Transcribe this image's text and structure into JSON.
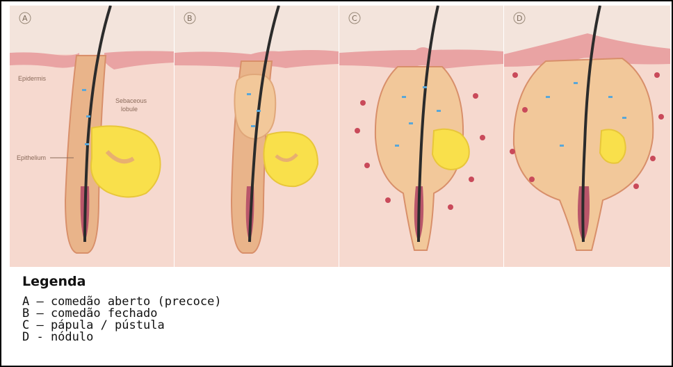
{
  "diagram": {
    "panels": [
      {
        "letter": "A",
        "label_epidermis": "Epidermis",
        "label_epithelium": "Epithelium",
        "label_sebaceous_1": "Sebaceous",
        "label_sebaceous_2": "lobule"
      },
      {
        "letter": "B"
      },
      {
        "letter": "C"
      },
      {
        "letter": "D"
      }
    ],
    "colors": {
      "skin": "#f6d9cf",
      "sky": "#f3e4dc",
      "surface": "#e9a3a3",
      "follicle": "#e0a77a",
      "gland": "#f9e04b",
      "hair": "#2b2b2b",
      "bacteria": "#5aa7d8",
      "inflammation": "#c94a5a"
    }
  },
  "legend": {
    "title": "Legenda",
    "items": [
      "A – comedão aberto (precoce)",
      "B – comedão fechado",
      "C – pápula / pústula",
      "D - nódulo"
    ]
  }
}
